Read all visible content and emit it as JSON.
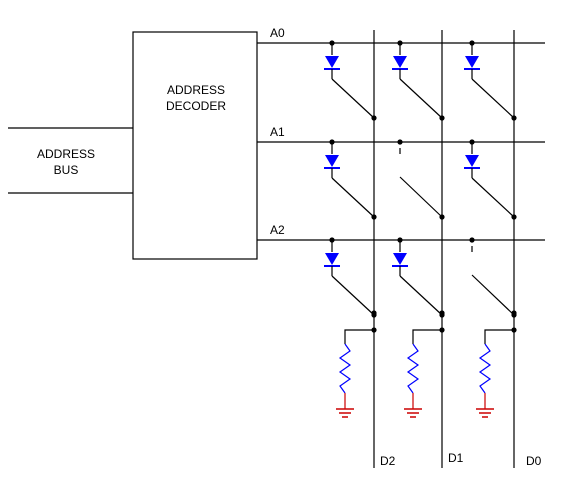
{
  "decoder": {
    "line1": "ADDRESS",
    "line2": "DECODER"
  },
  "bus": {
    "line1": "ADDRESS",
    "line2": "BUS"
  },
  "address_lines": [
    "A0",
    "A1",
    "A2"
  ],
  "data_lines": [
    "D2",
    "D1",
    "D0"
  ],
  "diode_matrix": [
    [
      true,
      true,
      true
    ],
    [
      true,
      false,
      true
    ],
    [
      true,
      true,
      false
    ]
  ],
  "colors": {
    "wire": "#000000",
    "diode": "#0000ff",
    "resistor": "#0000ff",
    "ground": "#cc0000"
  }
}
